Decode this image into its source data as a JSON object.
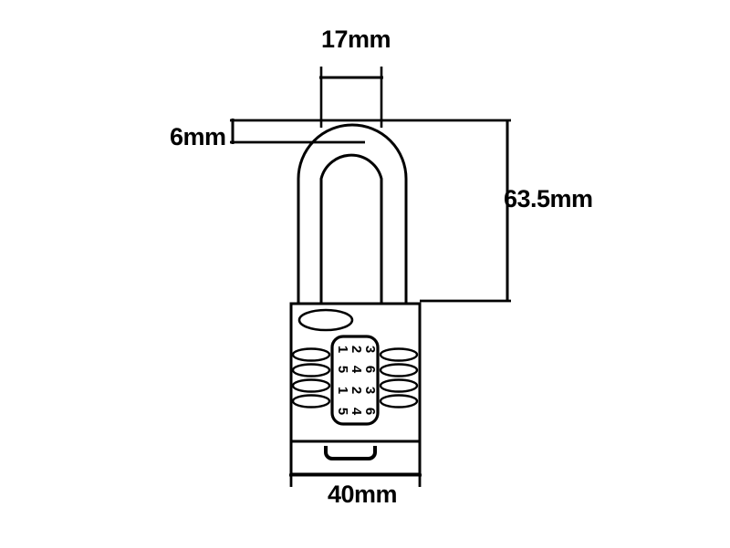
{
  "drawing": {
    "subject": "combination-padlock-technical-drawing",
    "line_color": "#000000",
    "background_color": "#ffffff"
  },
  "dimensions": {
    "shackle_width": "17mm",
    "shackle_diameter": "6mm",
    "shackle_height": "63.5mm",
    "body_width": "40mm"
  },
  "dials": {
    "rows": [
      [
        "1",
        "2",
        "3"
      ],
      [
        "5",
        "4",
        "6"
      ],
      [
        "1",
        "2",
        "3"
      ],
      [
        "5",
        "4",
        "6"
      ]
    ]
  }
}
